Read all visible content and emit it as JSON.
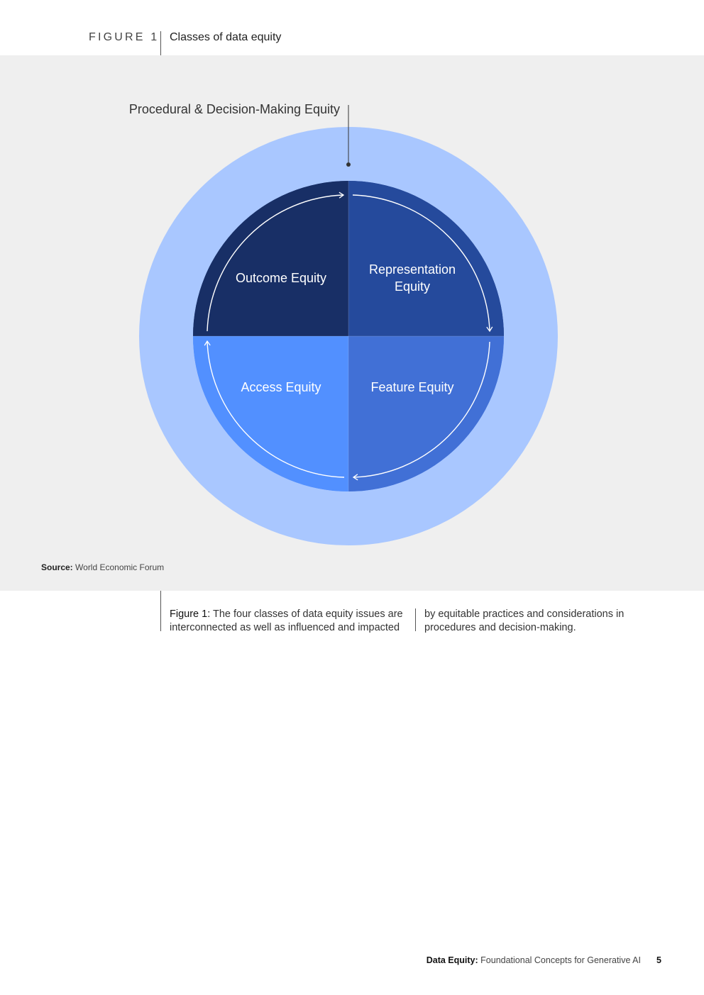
{
  "figure": {
    "number_label": "FIGURE 1",
    "title": "Classes of data equity"
  },
  "diagram": {
    "outer_label": "Procedural & Decision-Making Equity",
    "quadrants": [
      {
        "key": "outcome",
        "lines": [
          "Outcome Equity"
        ],
        "color": "#182f66"
      },
      {
        "key": "representation",
        "lines": [
          "Representation",
          "Equity"
        ],
        "color": "#254a9c"
      },
      {
        "key": "feature",
        "lines": [
          "Feature Equity"
        ],
        "color": "#4170d6"
      },
      {
        "key": "access",
        "lines": [
          "Access Equity"
        ],
        "color": "#5290ff"
      }
    ],
    "outer_ring_color": "#a9c7ff",
    "inner_ring_top_color": "#1f3a7c",
    "inner_ring_bottom_color": "#4c86f2"
  },
  "source": {
    "label": "Source:",
    "text": "World Economic Forum"
  },
  "caption": {
    "lead": "Figure 1:",
    "col1_text": "The four classes of data equity issues are interconnected as well as influenced and impacted",
    "col2_text": "by equitable practices and considerations in procedures and decision-making."
  },
  "footer": {
    "doc_title_bold": "Data Equity:",
    "doc_title_rest": "Foundational Concepts for Generative AI",
    "page_number": "5"
  }
}
